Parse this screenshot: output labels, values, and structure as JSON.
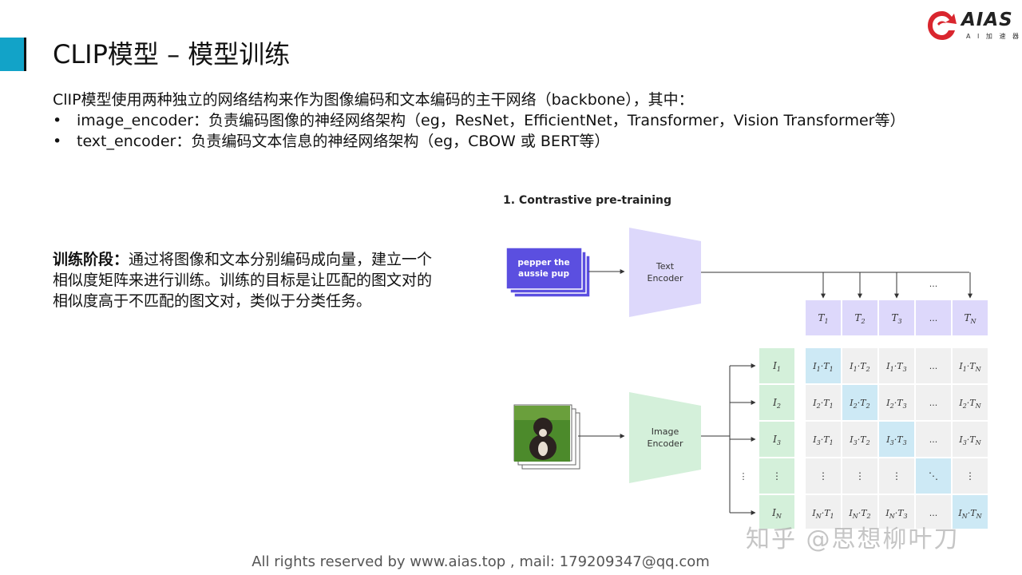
{
  "slide": {
    "title": "CLIP模型 – 模型训练",
    "intro": "ClIP模型使用两种独立的网络结构来作为图像编码和文本编码的主干网络（backbone），其中：",
    "bullets": [
      "image_encoder：负责编码图像的神经网络架构（eg，ResNet，EfficientNet，Transformer，Vision  Transformer等）",
      "text_encoder：负责编码文本信息的神经网络架构（eg，CBOW  或 BERT等）"
    ],
    "training_label": "训练阶段：",
    "training_text": "通过将图像和文本分别编码成向量，建立一个相似度矩阵来进行训练。训练的目标是让匹配的图文对的相似度高于不匹配的图文对，类似于分类任务。",
    "footer": "All rights reserved by www.aias.top , mail: 179209347@qq.com",
    "watermark": "知乎 @思想柳叶刀"
  },
  "logo": {
    "text": "AIAS",
    "subtitle": "A I 加 速 器",
    "icon": "dragon-logo-icon",
    "color": "#d9262e"
  },
  "diagram": {
    "title": "1. Contrastive pre-training",
    "text_input": [
      "pepper the",
      "aussie pup"
    ],
    "text_encoder": [
      "Text",
      "Encoder"
    ],
    "image_encoder": [
      "Image",
      "Encoder"
    ],
    "image_input_icon": "puppy-photo-icon",
    "ellipsis": "...",
    "vdots": "⋮",
    "ddots": "⋱",
    "text_features": [
      {
        "b": "T",
        "s": "1"
      },
      {
        "b": "T",
        "s": "2"
      },
      {
        "b": "T",
        "s": "3"
      },
      {
        "b": "...",
        "s": ""
      },
      {
        "b": "T",
        "s": "N"
      }
    ],
    "image_features": [
      {
        "b": "I",
        "s": "1"
      },
      {
        "b": "I",
        "s": "2"
      },
      {
        "b": "I",
        "s": "3"
      },
      {
        "b": "⋮",
        "s": ""
      },
      {
        "b": "I",
        "s": "N"
      }
    ],
    "colors": {
      "text_input": "#5b4fe0",
      "text_encoder": "#ddd8fb",
      "text_feature": "#ddd8fb",
      "image_encoder": "#d4f0da",
      "image_feature": "#d4f0da",
      "diagonal": "#cde9f5",
      "cell": "#f0f0f0"
    }
  }
}
